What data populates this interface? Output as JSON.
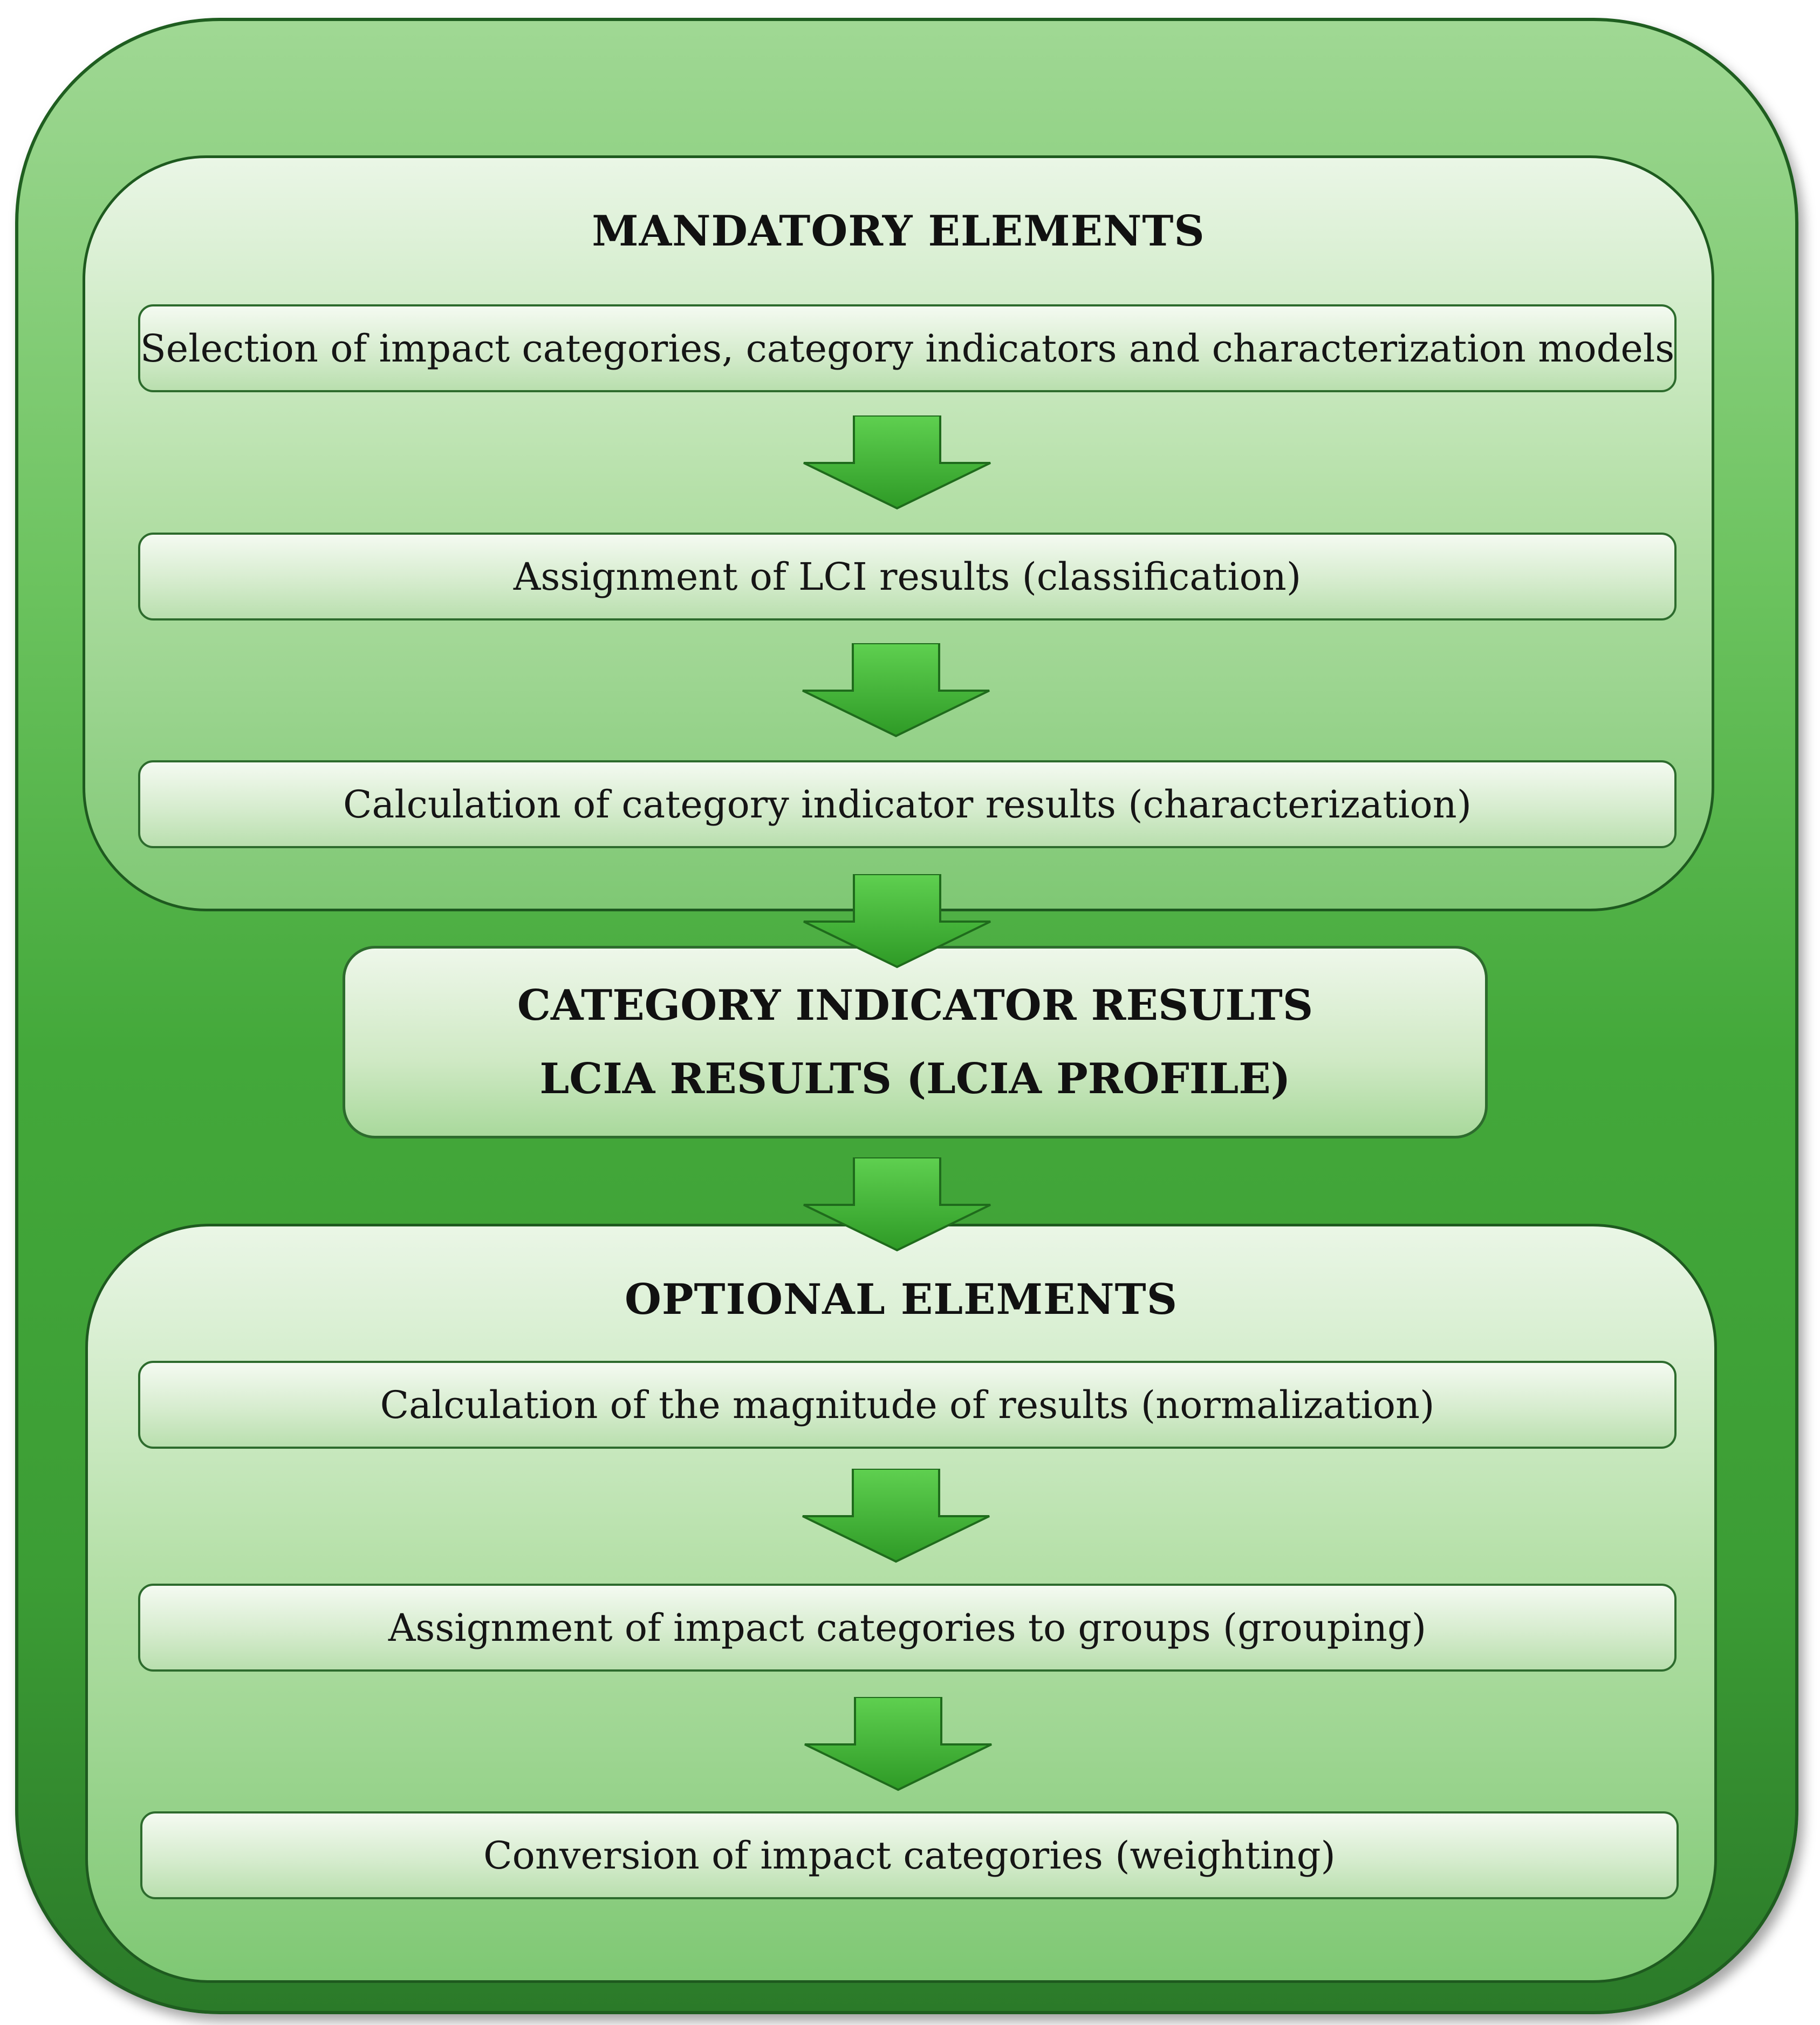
{
  "mandatory": {
    "heading": "MANDATORY ELEMENTS",
    "steps": [
      "Selection of impact categories, category indicators and characterization models",
      "Assignment of LCI results (classification)",
      "Calculation of category indicator results (characterization)"
    ]
  },
  "results": {
    "line1": "CATEGORY INDICATOR RESULTS",
    "line2": "LCIA RESULTS (LCIA PROFILE)"
  },
  "optional": {
    "heading": "OPTIONAL ELEMENTS",
    "steps": [
      "Calculation of the magnitude of results (normalization)",
      "Assignment of impact categories to groups (grouping)",
      "Conversion of impact categories (weighting)"
    ]
  },
  "colors": {
    "outer_frame": "#43a83a",
    "arrow_top": "#5fd050",
    "arrow_bottom": "#2e9a26",
    "border": "#1e5a1f"
  }
}
